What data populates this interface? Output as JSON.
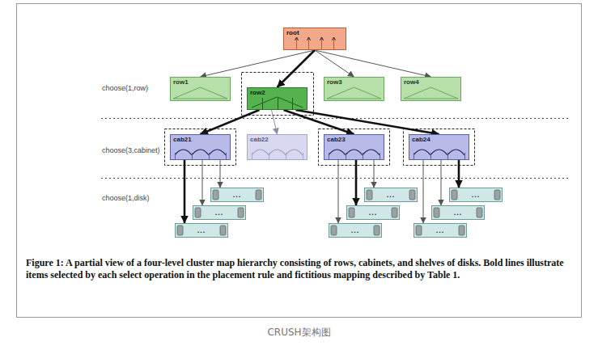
{
  "diagram": {
    "caption": "Figure 1: A partial view of a four-level cluster map hierarchy consisting of rows, cabinets, and shelves of disks. Bold lines illustrate items selected by each select operation in the placement rule and fictitious mapping described by Table 1.",
    "nodes": [
      {
        "text": [
          "root"
        ]
      },
      {
        "text": [
          "row1"
        ]
      },
      {
        "text": [
          "row2"
        ]
      },
      {
        "text": [
          "row3"
        ]
      },
      {
        "text": [
          "row4"
        ]
      },
      {
        "text": [
          "cab21"
        ]
      },
      {
        "text": [
          "cab22"
        ]
      },
      {
        "text": [
          "cab23"
        ]
      },
      {
        "text": [
          "cab24"
        ]
      },
      {
        "text": [
          "..."
        ]
      },
      {
        "text": [
          "..."
        ]
      },
      {
        "text": [
          "..."
        ]
      },
      {
        "text": [
          "..."
        ]
      },
      {
        "text": [
          "..."
        ]
      },
      {
        "text": [
          "..."
        ]
      },
      {
        "text": [
          "..."
        ]
      },
      {
        "text": [
          "..."
        ]
      },
      {
        "text": [
          "..."
        ]
      }
    ],
    "edges": [
      {
        "from": 0,
        "to": 1,
        "arrow": "to"
      },
      {
        "from": 0,
        "to": 2,
        "arrow": "to"
      },
      {
        "from": 0,
        "to": 3,
        "arrow": "to"
      },
      {
        "from": 0,
        "to": 4,
        "arrow": "to"
      },
      {
        "from": 2,
        "to": 5,
        "arrow": "to"
      },
      {
        "from": 2,
        "to": 6,
        "arrow": "to"
      },
      {
        "from": 2,
        "to": 7,
        "arrow": "to"
      },
      {
        "from": 2,
        "to": 8,
        "arrow": "to"
      },
      {
        "from": 5,
        "to": 9,
        "arrow": "to"
      },
      {
        "from": 5,
        "to": 10,
        "arrow": "to"
      },
      {
        "from": 5,
        "to": 11,
        "arrow": "to"
      },
      {
        "from": 7,
        "to": 12,
        "arrow": "to"
      },
      {
        "from": 7,
        "to": 13,
        "arrow": "to"
      },
      {
        "from": 7,
        "to": 14,
        "arrow": "to"
      },
      {
        "from": 8,
        "to": 15,
        "arrow": "to"
      },
      {
        "from": 8,
        "to": 16,
        "arrow": "to"
      },
      {
        "from": 8,
        "to": 17,
        "arrow": "to"
      }
    ],
    "labels": [
      "choose(1,row)",
      "choose(3,cabinet)",
      "choose(1,disk)",
      "CRUSH架构图"
    ]
  }
}
